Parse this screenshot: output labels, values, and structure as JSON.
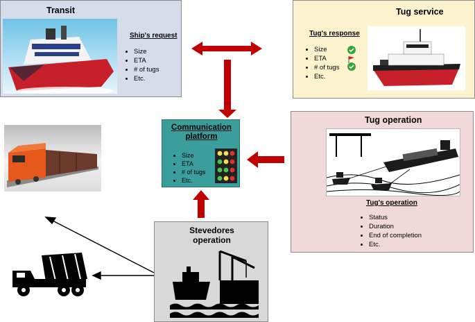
{
  "transit": {
    "title": "Transit",
    "request_title": "Ship's request",
    "items": [
      "Size",
      "ETA",
      "# of tugs",
      "Etc."
    ]
  },
  "tug_service": {
    "title": "Tug service",
    "response_title": "Tug's response",
    "items": [
      "Size",
      "ETA",
      "# of tugs",
      "Etc."
    ]
  },
  "communication": {
    "title_line1": "Communication",
    "title_line2": "platform",
    "items": [
      "Size",
      "ETA",
      "# of tugs",
      "Etc."
    ]
  },
  "tug_operation": {
    "title": "Tug operation",
    "operation_title": "Tug's operation",
    "items": [
      "Status",
      "Duration",
      "End of completion",
      "Etc."
    ]
  },
  "stevedores": {
    "title_line1": "Stevedores",
    "title_line2": "operation"
  },
  "colors": {
    "transit_bg": "#d6dcea",
    "tug_service_bg": "#fdf4cf",
    "communication_bg": "#3a9e9c",
    "tug_operation_bg": "#f2d9d9",
    "stevedores_bg": "#d8d8d8",
    "arrow_red": "#c00000"
  }
}
